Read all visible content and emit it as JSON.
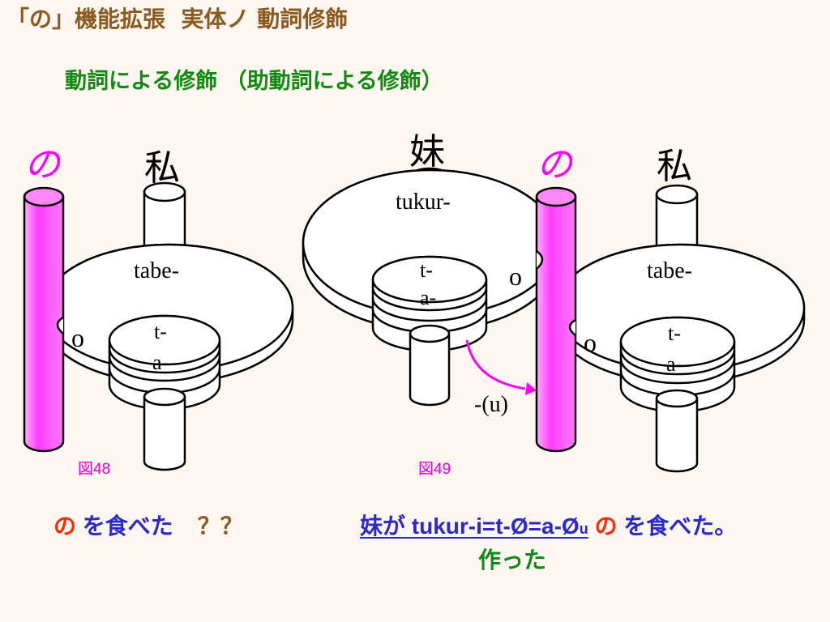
{
  "header": {
    "title": "「の」機能拡張  実体ノ 動詞修飾",
    "subtitle": "動詞による修飾 （助動詞による修飾）"
  },
  "figure48": {
    "label": "図48",
    "no": "の",
    "watashi": "私",
    "o": "o",
    "tabe": "tabe-",
    "t": "t-",
    "a": "a-"
  },
  "figure49": {
    "label": "図49",
    "imouto": "妹",
    "tukur": "tukur-",
    "t": "t-",
    "a": "a-",
    "o_left": "o",
    "u": "-(u)",
    "no": "の",
    "watashi": "私",
    "tabe": "tabe-",
    "t2": "t-",
    "a2": "a-",
    "o_right": "o"
  },
  "captions": {
    "left": {
      "no": "の",
      "rest": " を食べた",
      "question": "？？"
    },
    "right": {
      "phrase": "妹が tukur-i=t-Ø=a-Ø",
      "phrase_sub": "u",
      "no": "の",
      "rest": " を食べた。",
      "line2": "作った"
    }
  },
  "colors": {
    "magenta": "#ff66ff",
    "magenta_dark": "#cc00cc",
    "background": "#fdf6f1",
    "arrow": "#ff00ff"
  }
}
